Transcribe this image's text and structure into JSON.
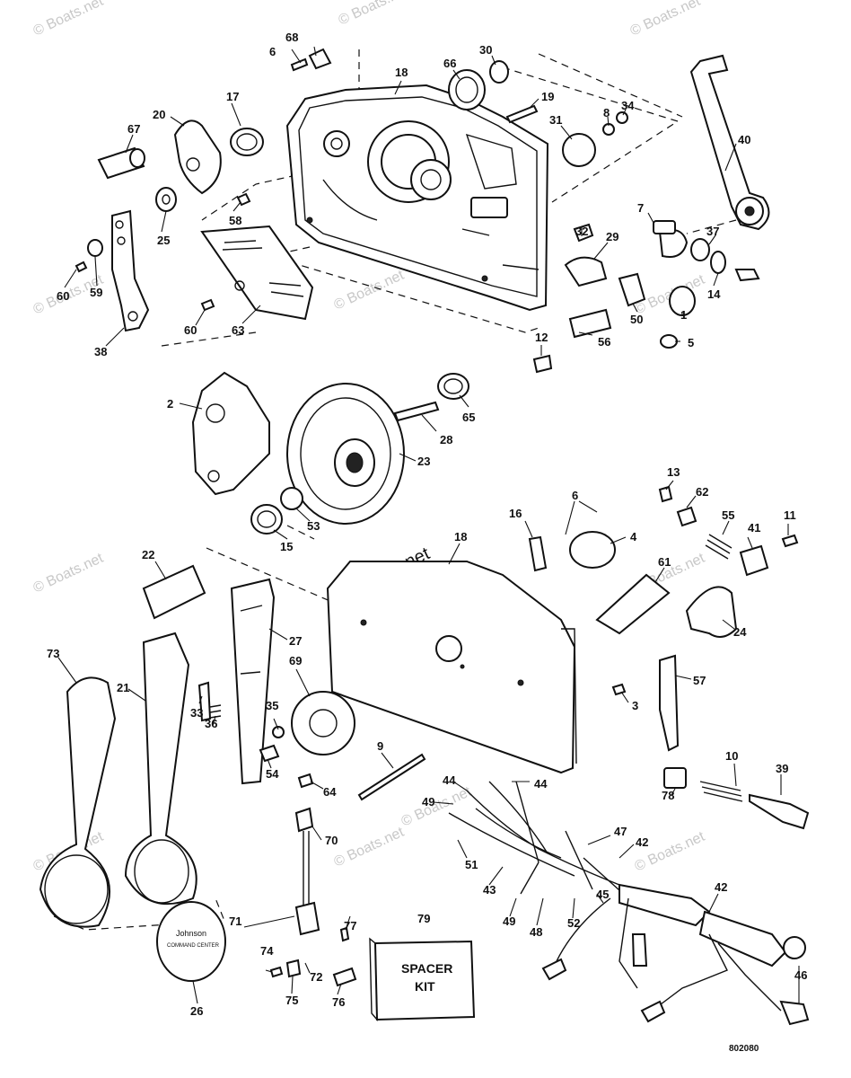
{
  "diagram": {
    "drawing_number": "802080",
    "spacer_kit_lines": [
      "SPACER",
      "KIT"
    ],
    "badge_text": [
      "Johnson",
      "COMMAND CENTER"
    ],
    "watermarks": [
      "© Boats.net",
      "© Boats.net",
      "© Boats.net",
      "© Boats.net",
      "© Boats.net",
      "© Boats.net",
      "© Boats.net",
      "© Boats.net",
      "© Boats.net",
      "© Boats.net",
      "© Boats.net",
      "© Boats.net"
    ],
    "center_watermark": "© Boats.net",
    "callouts": [
      "68",
      "6",
      "18",
      "66",
      "30",
      "19",
      "8",
      "34",
      "31",
      "40",
      "17",
      "20",
      "67",
      "58",
      "25",
      "7",
      "32",
      "29",
      "37",
      "14",
      "60",
      "59",
      "60",
      "63",
      "38",
      "50",
      "1",
      "56",
      "5",
      "12",
      "2",
      "65",
      "28",
      "23",
      "13",
      "62",
      "55",
      "41",
      "11",
      "6",
      "4",
      "16",
      "15",
      "53",
      "22",
      "18",
      "61",
      "24",
      "27",
      "73",
      "21",
      "33",
      "36",
      "35",
      "69",
      "54",
      "64",
      "57",
      "3",
      "9",
      "44",
      "44",
      "49",
      "47",
      "42",
      "10",
      "39",
      "78",
      "70",
      "51",
      "43",
      "49",
      "48",
      "52",
      "45",
      "42",
      "71",
      "74",
      "77",
      "79",
      "72",
      "75",
      "76",
      "26",
      "46"
    ]
  }
}
